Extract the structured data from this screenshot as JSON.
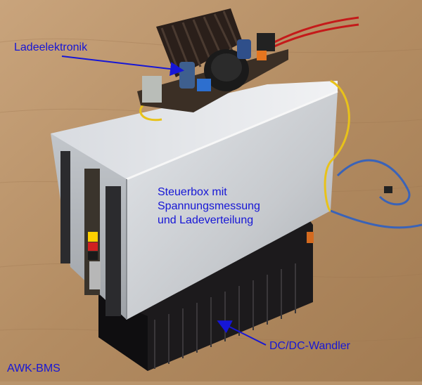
{
  "labels": {
    "ladeelektronik": "Ladeelektronik",
    "steuerbox_line1": "Steuerbox mit",
    "steuerbox_line2": "Spannungsmessung",
    "steuerbox_line3": "und Ladeverteilung",
    "dcdc": "DC/DC-Wandler",
    "awk_bms": "AWK-BMS"
  },
  "colors": {
    "label_text": "#1616d6",
    "arrow": "#1616d6",
    "table_wood": "#b9946b",
    "aluminium": "#cfd2d6",
    "heatsink": "#1f1d1f"
  }
}
